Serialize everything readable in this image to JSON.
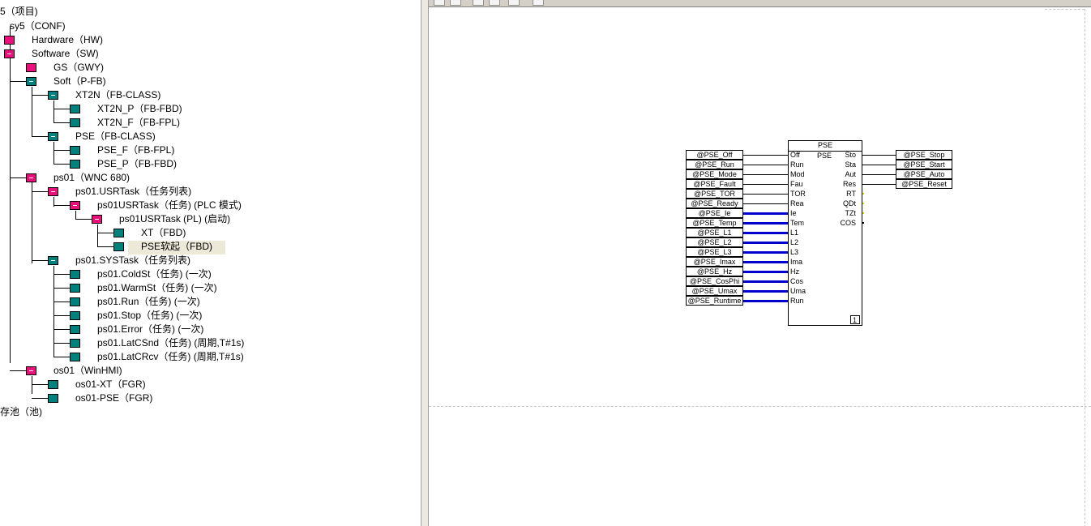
{
  "tree": {
    "root": "5（项目)",
    "items": [
      {
        "id": "conf",
        "label": "sy5（CONF)",
        "icon": "none"
      },
      {
        "id": "hw",
        "label": "Hardware（HW)",
        "icon": "pink"
      },
      {
        "id": "sw",
        "label": "Software（SW)",
        "icon": "pink-minus"
      },
      {
        "id": "gs",
        "label": "GS（GWY)",
        "icon": "pink"
      },
      {
        "id": "soft",
        "label": "Soft（P-FB)",
        "icon": "teal-minus"
      },
      {
        "id": "xt2n",
        "label": "XT2N（FB-CLASS)",
        "icon": "teal-minus"
      },
      {
        "id": "xt2n_p",
        "label": "XT2N_P（FB-FBD)",
        "icon": "teal"
      },
      {
        "id": "xt2n_f",
        "label": "XT2N_F（FB-FPL)",
        "icon": "teal"
      },
      {
        "id": "pse",
        "label": "PSE（FB-CLASS)",
        "icon": "teal-minus"
      },
      {
        "id": "pse_f",
        "label": "PSE_F（FB-FPL)",
        "icon": "teal"
      },
      {
        "id": "pse_p",
        "label": "PSE_P（FB-FBD)",
        "icon": "teal"
      },
      {
        "id": "ps01",
        "label": "ps01（WNC 680)",
        "icon": "pink-minus"
      },
      {
        "id": "usrtask",
        "label": "ps01.USRTask（任务列表)",
        "icon": "pink-minus"
      },
      {
        "id": "ps01usrtask",
        "label": "ps01USRTask（任务) (PLC 模式)",
        "icon": "pink-minus"
      },
      {
        "id": "ps01usrtask_pl",
        "label": "ps01USRTask (PL) (启动)",
        "icon": "pink-minus"
      },
      {
        "id": "xt",
        "label": "XT（FBD)",
        "icon": "teal"
      },
      {
        "id": "pse_soft",
        "label": "PSE软起（FBD)",
        "icon": "teal"
      },
      {
        "id": "systask",
        "label": "ps01.SYSTask（任务列表)",
        "icon": "teal-minus"
      },
      {
        "id": "coldst",
        "label": "ps01.ColdSt（任务) (一次)",
        "icon": "teal"
      },
      {
        "id": "warmst",
        "label": "ps01.WarmSt（任务) (一次)",
        "icon": "teal"
      },
      {
        "id": "run",
        "label": "ps01.Run（任务) (一次)",
        "icon": "teal"
      },
      {
        "id": "stop",
        "label": "ps01.Stop（任务) (一次)",
        "icon": "teal"
      },
      {
        "id": "error",
        "label": "ps01.Error（任务) (一次)",
        "icon": "teal"
      },
      {
        "id": "latcsnd",
        "label": "ps01.LatCSnd（任务) (周期,T#1s)",
        "icon": "teal"
      },
      {
        "id": "latcrcv",
        "label": "ps01.LatCRcv（任务) (周期,T#1s)",
        "icon": "teal"
      },
      {
        "id": "os01",
        "label": "os01（WinHMI)",
        "icon": "pink-minus"
      },
      {
        "id": "os01xt",
        "label": "os01-XT（FGR)",
        "icon": "teal"
      },
      {
        "id": "os01pse",
        "label": "os01-PSE（FGR)",
        "icon": "teal"
      }
    ],
    "footer": "存池（池)"
  },
  "fbd": {
    "block_title": "PSE",
    "block_type": "PSE",
    "instance_no": "1",
    "inputs": [
      {
        "pin": "Off",
        "var": "@PSE_Off",
        "bold": false
      },
      {
        "pin": "Run",
        "var": "@PSE_Run",
        "bold": false
      },
      {
        "pin": "Mod",
        "var": "@PSE_Mode",
        "bold": false
      },
      {
        "pin": "Fau",
        "var": "@PSE_Fault",
        "bold": false
      },
      {
        "pin": "TOR",
        "var": "@PSE_TOR",
        "bold": false
      },
      {
        "pin": "Rea",
        "var": "@PSE_Ready",
        "bold": false
      },
      {
        "pin": "Ie",
        "var": "@PSE_Ie",
        "bold": true
      },
      {
        "pin": "Tem",
        "var": "@PSE_Temp",
        "bold": true
      },
      {
        "pin": "L1",
        "var": "@PSE_L1",
        "bold": true
      },
      {
        "pin": "L2",
        "var": "@PSE_L2",
        "bold": true
      },
      {
        "pin": "L3",
        "var": "@PSE_L3",
        "bold": true
      },
      {
        "pin": "Ima",
        "var": "@PSE_Imax",
        "bold": true
      },
      {
        "pin": "Hz",
        "var": "@PSE_Hz",
        "bold": true
      },
      {
        "pin": "Cos",
        "var": "@PSE_CosPhi",
        "bold": true
      },
      {
        "pin": "Uma",
        "var": "@PSE_Umax",
        "bold": true
      },
      {
        "pin": "Run",
        "var": "@PSE_Runtime",
        "bold": true
      }
    ],
    "outputs": [
      {
        "pin": "Sto",
        "var": "@PSE_Stop"
      },
      {
        "pin": "Sta",
        "var": "@PSE_Start"
      },
      {
        "pin": "Aut",
        "var": "@PSE_Auto"
      },
      {
        "pin": "Res",
        "var": "@PSE_Reset"
      },
      {
        "pin": "RT",
        "var": ""
      },
      {
        "pin": "QDt",
        "var": ""
      },
      {
        "pin": "TZt",
        "var": ""
      },
      {
        "pin": "COS",
        "var": ""
      }
    ]
  },
  "colors": {
    "pink": "#e8107a",
    "teal": "#00807c",
    "wire_bold": "#0000cc",
    "selection": "#ece9d8"
  }
}
